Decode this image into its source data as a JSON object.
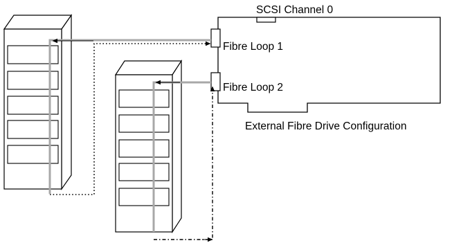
{
  "labels": {
    "scsi_channel": "SCSI Channel 0",
    "fibre_loop_1": "Fibre Loop 1",
    "fibre_loop_2": "Fibre Loop 2",
    "caption": "External Fibre Drive Configuration"
  },
  "colors": {
    "outline": "#000000",
    "cable_solid": "#a8a8a8",
    "cable_dotted": "#000000"
  }
}
